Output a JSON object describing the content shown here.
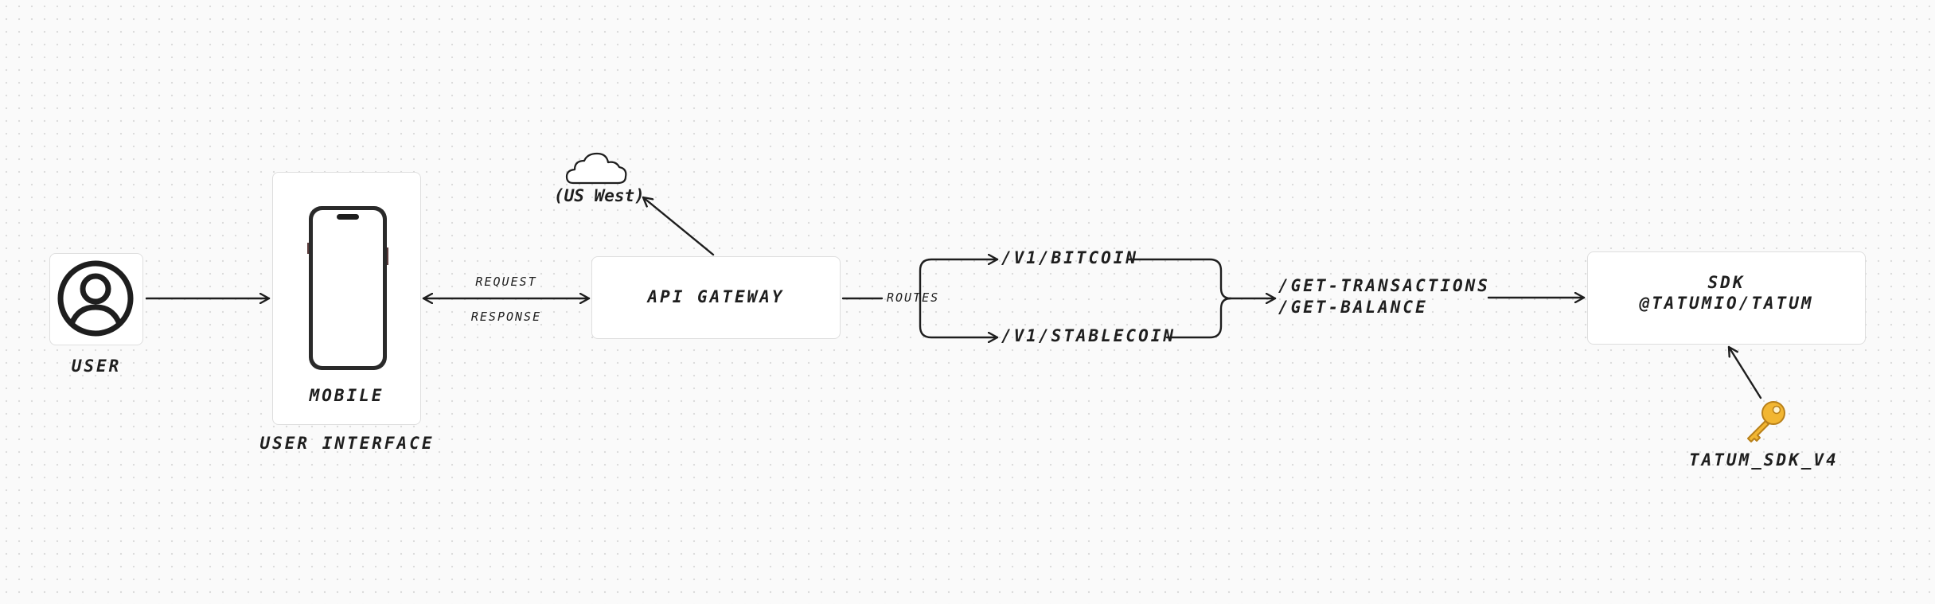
{
  "nodes": {
    "user": {
      "label": "USER"
    },
    "mobile": {
      "label": "MOBILE",
      "caption": "USER INTERFACE"
    },
    "api_gateway": {
      "label": "API GATEWAY"
    },
    "cloud": {
      "label": "(US West)"
    },
    "routes": [
      "/V1/BITCOIN",
      "/V1/STABLECOIN"
    ],
    "endpoints": [
      "/GET-TRANSACTIONS",
      "/GET-BALANCE"
    ],
    "sdk": {
      "line1": "SDK",
      "line2": "@TATUMIO/TATUM"
    },
    "key": {
      "label": "TATUM_SDK_V4"
    }
  },
  "edges": {
    "request": "REQUEST",
    "response": "RESPONSE",
    "routes": "ROUTES"
  }
}
